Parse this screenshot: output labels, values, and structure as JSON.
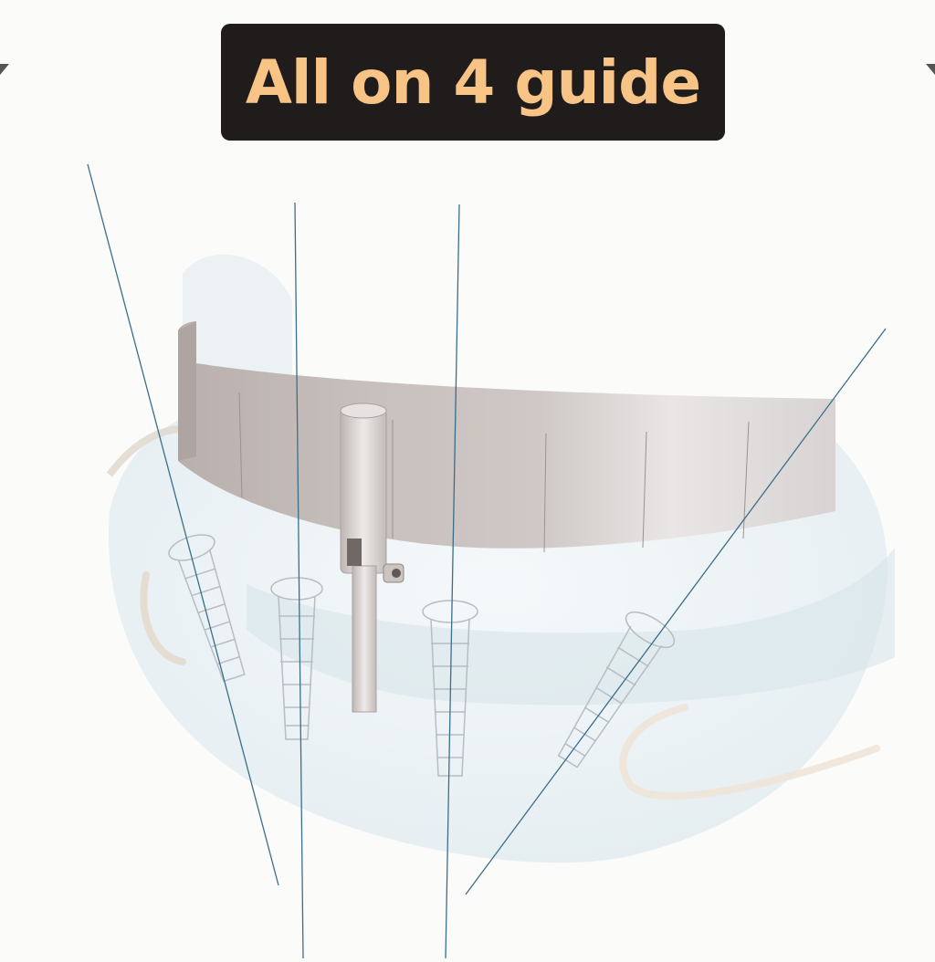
{
  "title": "All on 4 guide",
  "colors": {
    "badge_background": "#1f1c1b",
    "title_text": "#f8c486",
    "background": "#fbfbfa",
    "guide_line": "#3a6f8a",
    "bracket": "#c9c2bf"
  },
  "illustration": {
    "subject": "jaw with surgical guide bracket, guide pin and four angled implants",
    "implant_count": 4,
    "guide_line_count": 4
  }
}
